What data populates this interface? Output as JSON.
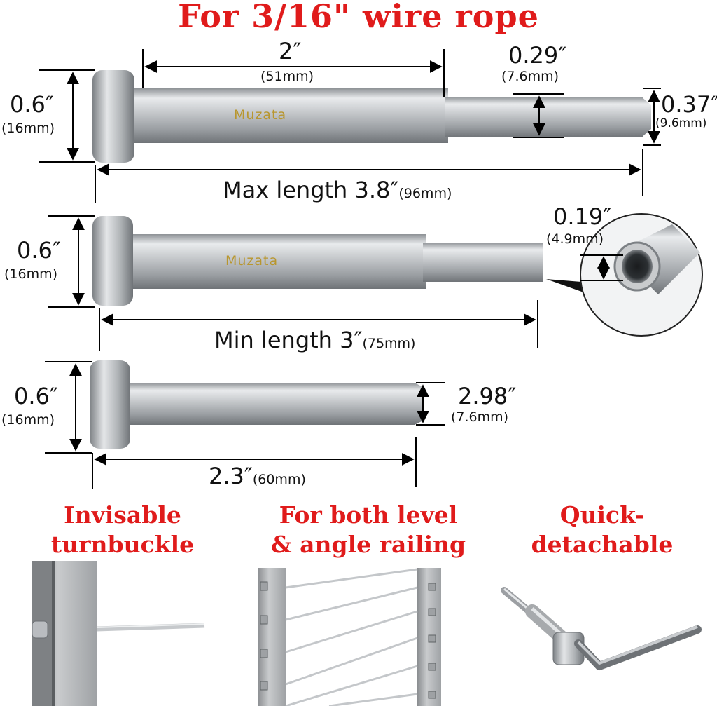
{
  "title": "For 3/16\" wire rope",
  "brand": "Muzata",
  "colors": {
    "accent_red": "#e01b1b",
    "steel": "#b9bcc0"
  },
  "part_max": {
    "head_diameter": "0.6″",
    "head_diameter_mm": "(16mm)",
    "body_length": "2″",
    "body_length_mm": "(51mm)",
    "stud_length": "0.29″",
    "stud_length_mm": "(7.6mm)",
    "tip_diameter": "0.37″",
    "tip_diameter_mm": "(9.6mm)",
    "total_label": "Max length 3.8″",
    "total_mm": "(96mm)"
  },
  "part_min": {
    "head_diameter": "0.6″",
    "head_diameter_mm": "(16mm)",
    "hole_diameter": "0.19″",
    "hole_diameter_mm": "(4.9mm)",
    "total_label": "Min length 3″",
    "total_mm": "(75mm)"
  },
  "part_receiver": {
    "head_diameter": "0.6″",
    "head_diameter_mm": "(16mm)",
    "tube_diameter": "2.98″",
    "tube_diameter_mm": "(7.6mm)",
    "length": "2.3″",
    "length_mm": "(60mm)"
  },
  "features": [
    {
      "line1": "Invisable",
      "line2": "turnbuckle"
    },
    {
      "line1": "For both level",
      "line2": "& angle railing"
    },
    {
      "line1": "Quick-",
      "line2": "detachable"
    }
  ]
}
